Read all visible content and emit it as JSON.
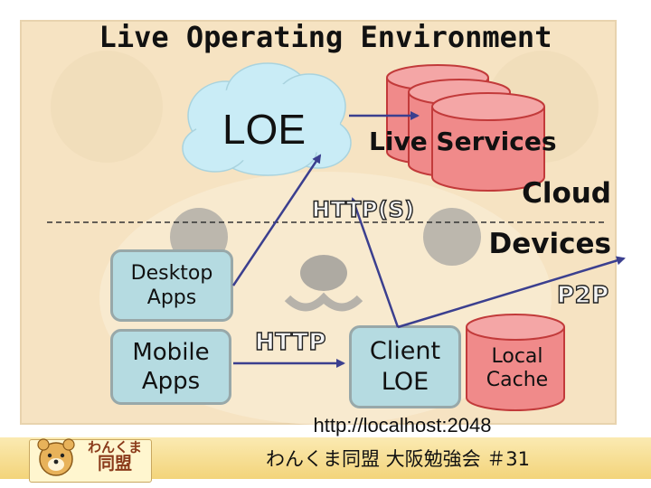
{
  "title": "Live Operating Environment",
  "cloud_node": "LOE",
  "services_node": "Live Services",
  "zones": {
    "cloud": "Cloud",
    "devices": "Devices"
  },
  "protocols": {
    "https": "HTTP(S)",
    "http": "HTTP",
    "p2p": "P2P"
  },
  "apps": {
    "desktop": "Desktop\nApps",
    "mobile": "Mobile\nApps"
  },
  "client_node": "Client\nLOE",
  "cache_node": "Local\nCache",
  "url": "http://localhost:2048",
  "footer": "わんくま同盟 大阪勉強会 ＃31",
  "logo": {
    "line1": "わんくま",
    "line2": "同盟"
  },
  "colors": {
    "background": "#f6e3c2",
    "app_box": "#b5dbe1",
    "database": "#f08a8a",
    "cloud": "#c9ecf6",
    "arrow": "#3b3f8f",
    "footer": "#f3d47a"
  }
}
